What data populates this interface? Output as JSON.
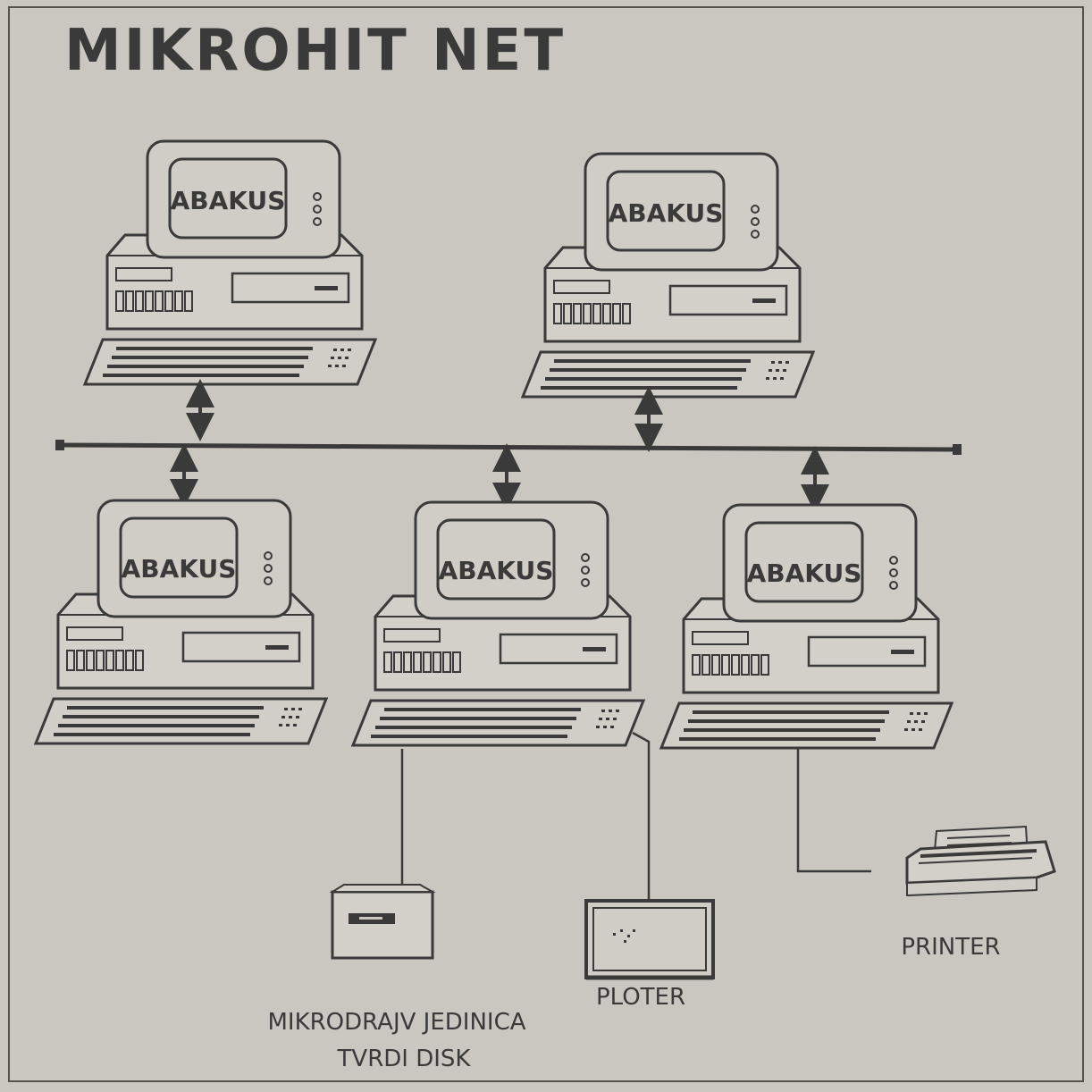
{
  "title": "MIKROHIT NET",
  "computers": [
    {
      "screen_label": "ABAKUS"
    },
    {
      "screen_label": "ABAKUS"
    },
    {
      "screen_label": "ABAKUS"
    },
    {
      "screen_label": "ABAKUS"
    },
    {
      "screen_label": "ABAKUS"
    }
  ],
  "peripherals": {
    "disk_label_line1": "MIKRODRAJV JEDINICA",
    "disk_label_line2": "TVRDI DISK",
    "plotter_label": "PLOTER",
    "printer_label": "PRINTER"
  },
  "colors": {
    "background": "#c9c7c0",
    "ink": "#3a3a3a",
    "frame": "#55524c"
  }
}
